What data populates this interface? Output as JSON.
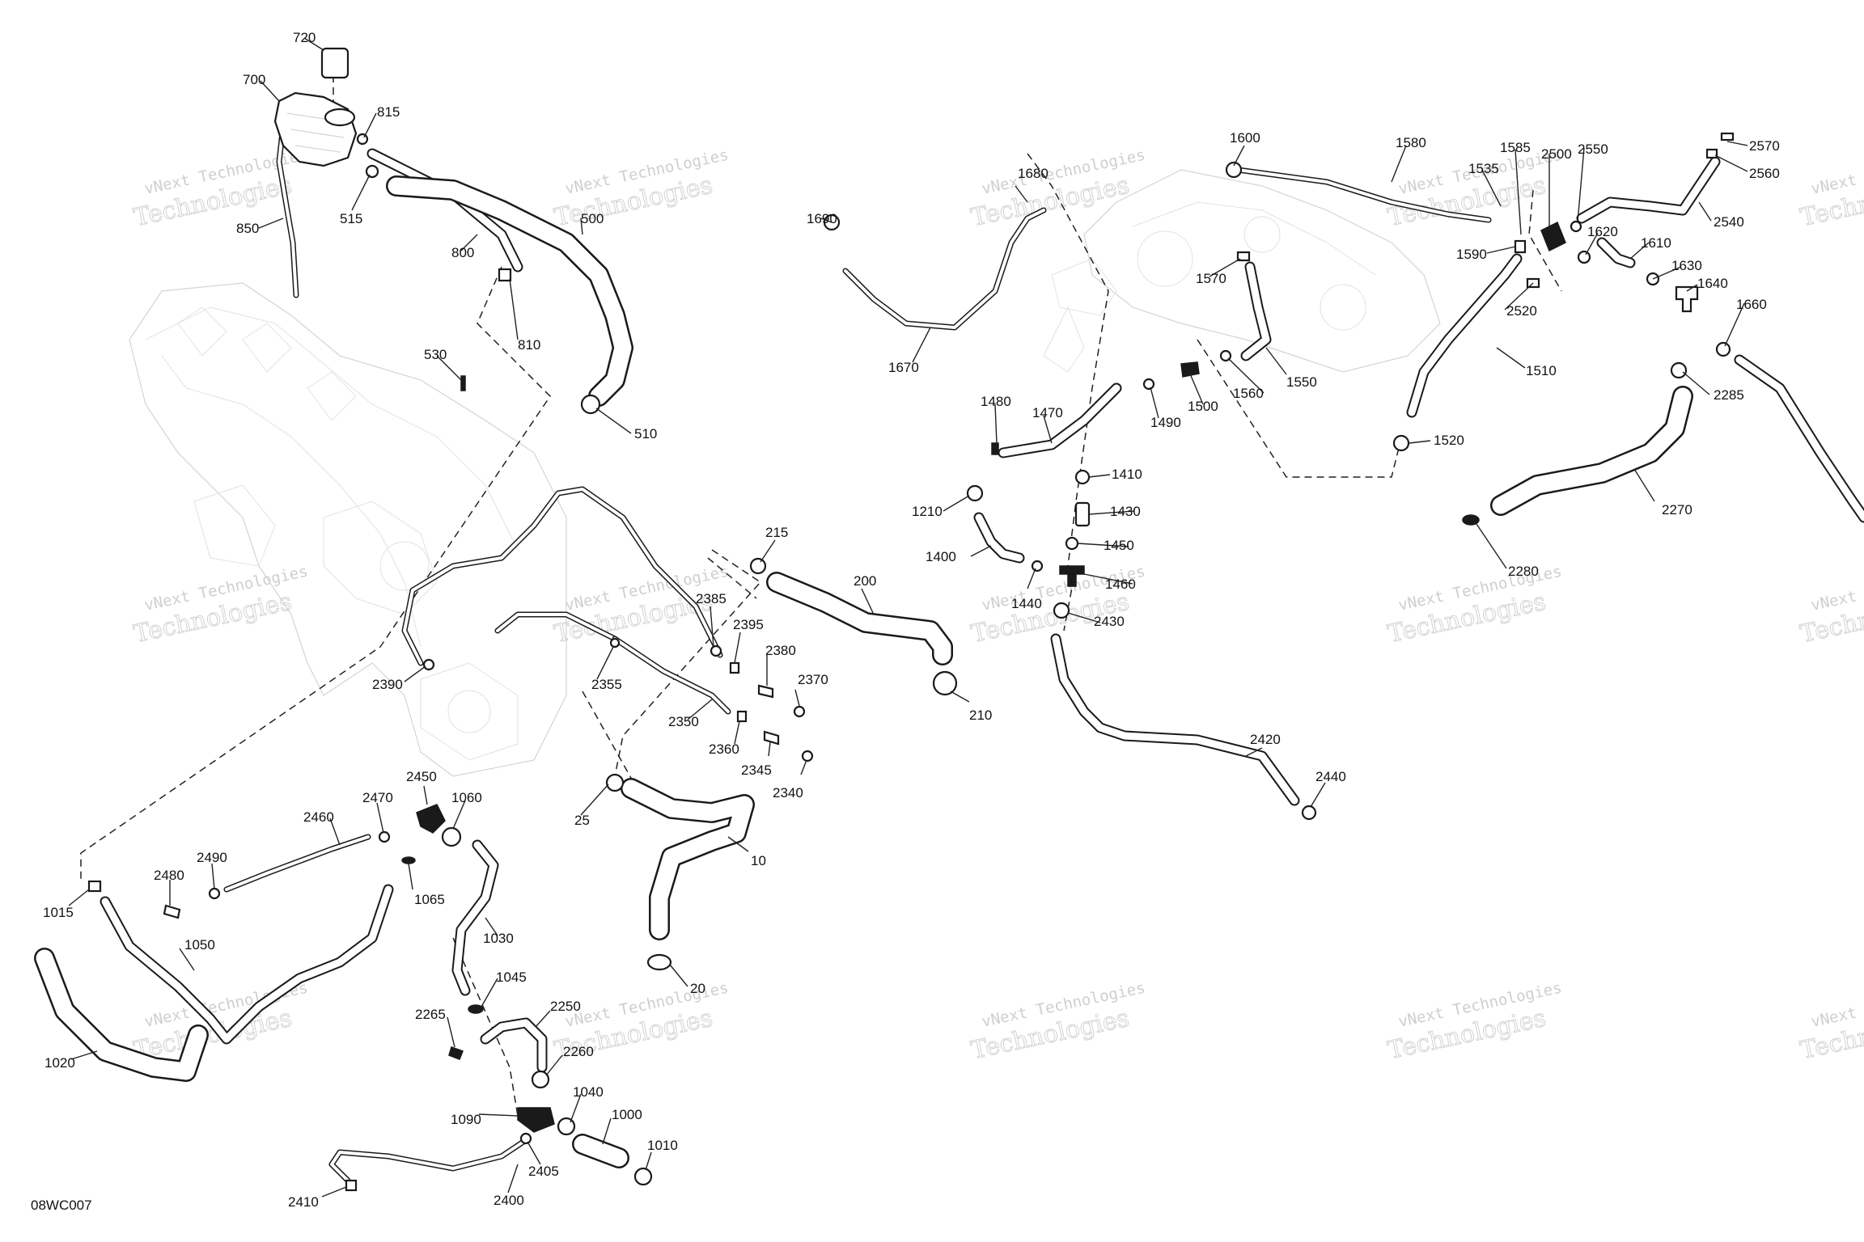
{
  "document": {
    "code": "08WC007"
  },
  "watermark": {
    "line1": "vNext Technologies",
    "line2": "Technologies"
  },
  "callouts": [
    "720",
    "700",
    "815",
    "515",
    "850",
    "800",
    "500",
    "810",
    "530",
    "510",
    "1690",
    "1680",
    "1670",
    "1600",
    "1580",
    "1535",
    "1585",
    "2500",
    "2550",
    "2570",
    "2560",
    "2540",
    "1620",
    "1590",
    "1610",
    "1630",
    "1640",
    "1660",
    "2520",
    "1570",
    "1510",
    "1550",
    "1560",
    "1500",
    "1490",
    "1480",
    "1470",
    "2285",
    "1520",
    "1410",
    "1430",
    "2270",
    "1210",
    "1450",
    "1400",
    "1460",
    "2280",
    "1440",
    "2430",
    "215",
    "200",
    "2385",
    "2395",
    "2380",
    "2355",
    "2370",
    "2390",
    "2350",
    "210",
    "2360",
    "2345",
    "2340",
    "2420",
    "2440",
    "2450",
    "2470",
    "1060",
    "2460",
    "25",
    "10",
    "2490",
    "1065",
    "2480",
    "1015",
    "1050",
    "1030",
    "20",
    "1045",
    "2265",
    "2250",
    "2260",
    "1020",
    "1040",
    "1000",
    "1090",
    "1010",
    "2405",
    "2410",
    "2400"
  ]
}
